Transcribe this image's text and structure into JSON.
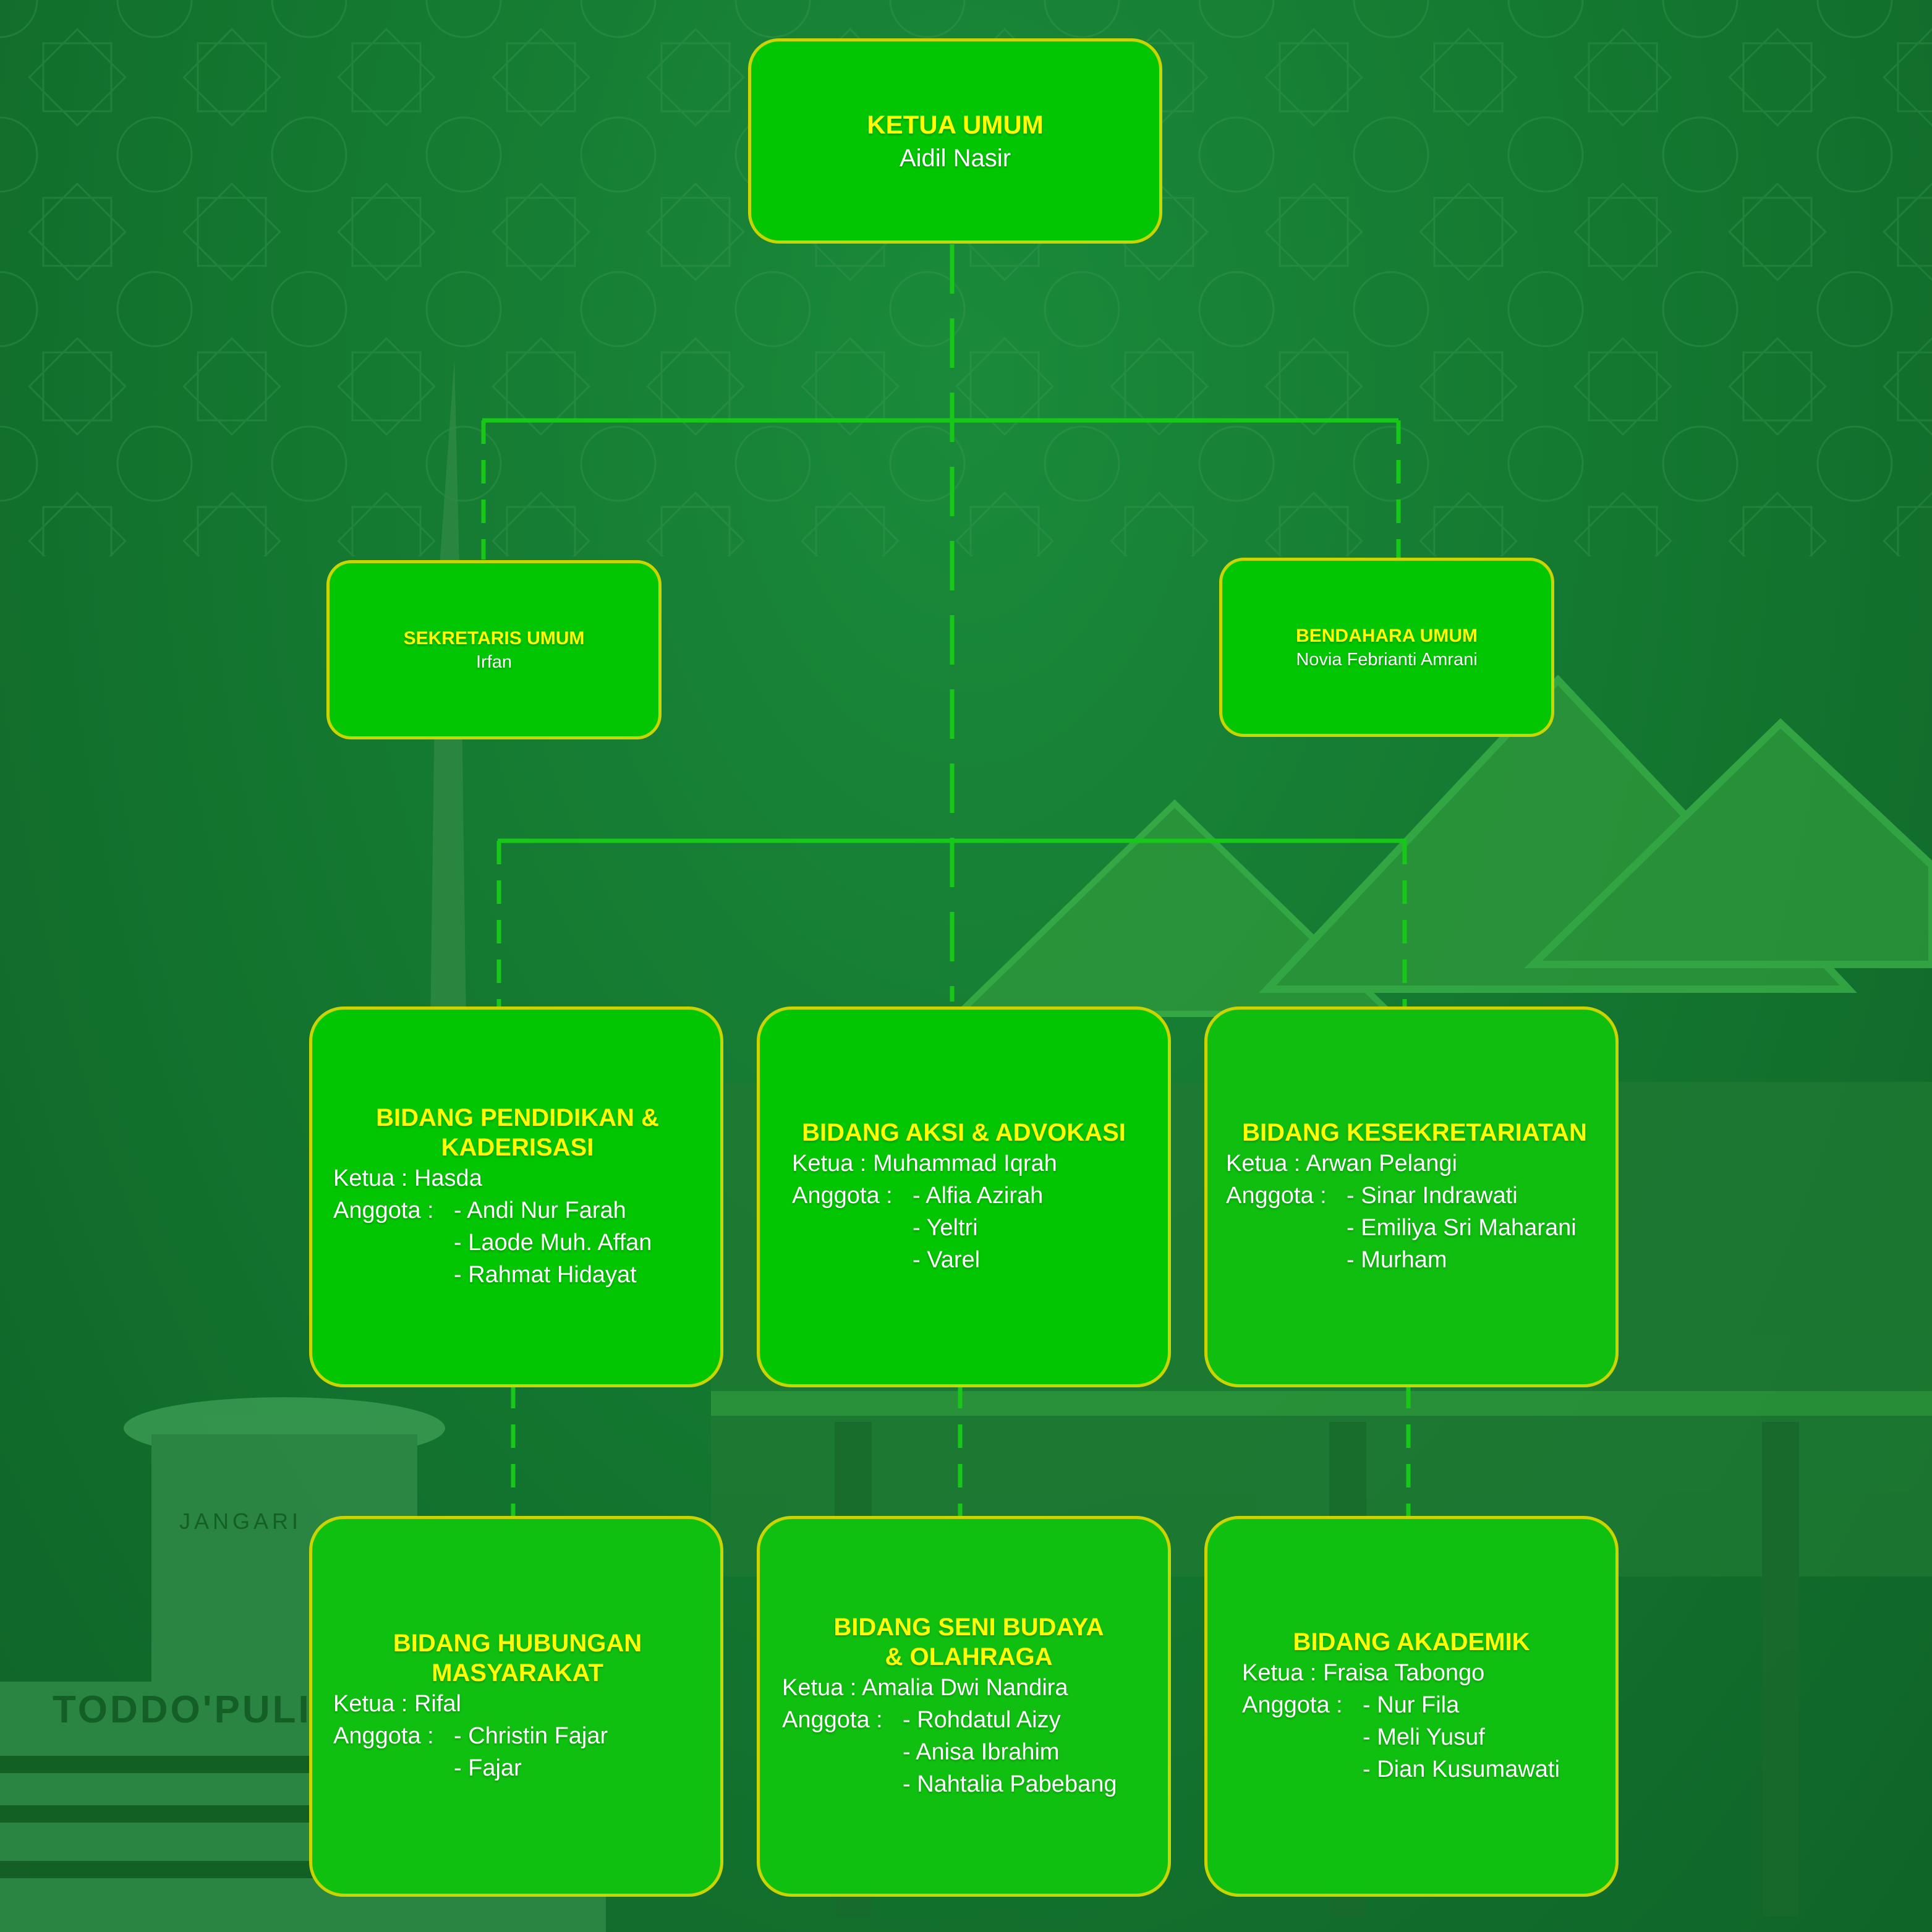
{
  "top": {
    "title": "KETUA UMUM",
    "name": "Aidil Nasir"
  },
  "secretary": {
    "title": "SEKRETARIS UMUM",
    "name": "Irfan"
  },
  "treasurer": {
    "title": "BENDAHARA UMUM",
    "name": "Novia Febrianti Amrani"
  },
  "departments": [
    {
      "title": "BIDANG PENDIDIKAN & KADERISASI",
      "ketua": "Ketua : Hasda",
      "anggota_label": "Anggota :",
      "members": [
        "- Andi Nur Farah",
        "- Laode Muh. Affan",
        "- Rahmat Hidayat"
      ]
    },
    {
      "title": "BIDANG AKSI & ADVOKASI",
      "ketua": "Ketua : Muhammad Iqrah",
      "anggota_label": "Anggota :",
      "members": [
        "- Alfia Azirah",
        "- Yeltri",
        "- Varel"
      ]
    },
    {
      "title": "BIDANG KESEKRETARIATAN",
      "ketua": "Ketua : Arwan Pelangi",
      "anggota_label": "Anggota :",
      "members": [
        "- Sinar Indrawati",
        "- Emiliya Sri Maharani",
        "- Murham"
      ]
    },
    {
      "title": "BIDANG HUBUNGAN MASYARAKAT",
      "ketua": "Ketua : Rifal",
      "anggota_label": "Anggota :",
      "members": [
        "- Christin Fajar",
        "- Fajar"
      ]
    },
    {
      "title": "BIDANG SENI BUDAYA & OLAHRAGA",
      "ketua": "Ketua : Amalia Dwi Nandira",
      "anggota_label": "Anggota :",
      "members": [
        "- Rohdatul Aizy",
        "- Anisa Ibrahim",
        "- Nahtalia Pabebang"
      ]
    },
    {
      "title": "BIDANG AKADEMIK",
      "ketua": "Ketua : Fraisa Tabongo",
      "anggota_label": "Anggota :",
      "members": [
        "- Nur Fila",
        "- Meli Yusuf",
        "- Dian Kusumawati"
      ]
    }
  ],
  "background_text": {
    "monument_inscription": "TODDO'PULI",
    "plaque": "JANGARI"
  },
  "colors": {
    "background": "#13752f",
    "box_fill": "#02c602",
    "box_border": "#c9d400",
    "title_text": "#ffff00",
    "body_text": "#ffffff",
    "connector": "#18c818"
  }
}
